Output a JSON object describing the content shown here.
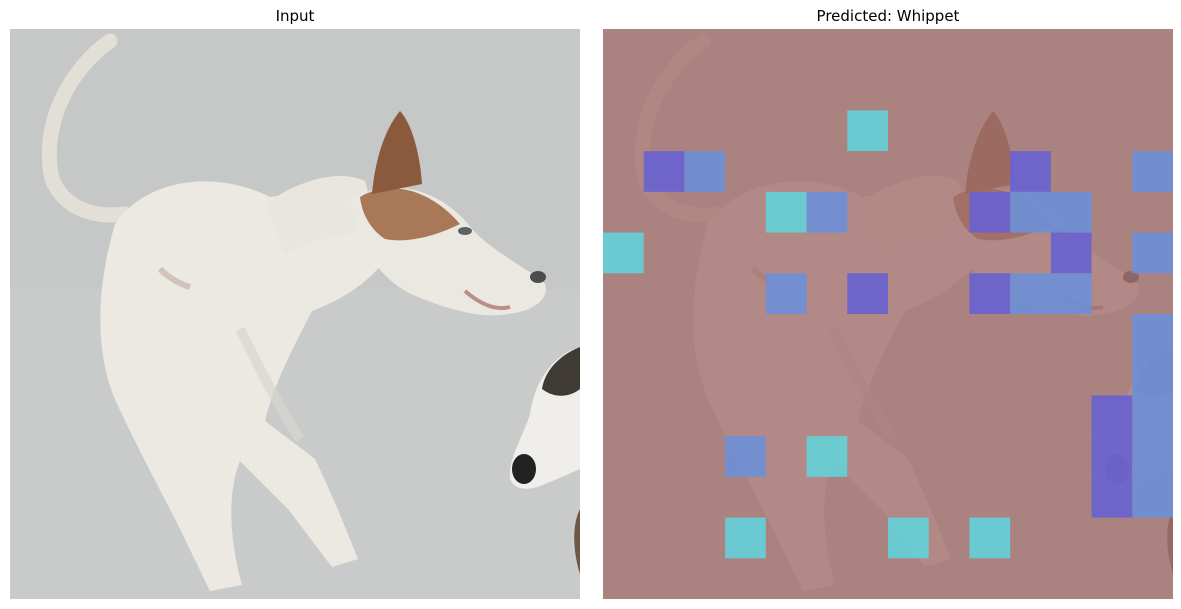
{
  "panels": {
    "input": {
      "title": "Input"
    },
    "prediction": {
      "title": "Predicted: Whippet"
    }
  },
  "colors": {
    "snow_background": "#c9cbcb",
    "dog_fur": "#ece9e2",
    "dog_ear_brown": "#8b5a3c",
    "heatmap_base": "#a26e6c",
    "patch_cyan": "#66cfd8",
    "patch_blue": "#6e8fd6",
    "patch_indigo": "#6a62cf"
  },
  "heatmap": {
    "grid_size": 14,
    "patches": [
      {
        "col": 6,
        "row": 2,
        "level": "cyan"
      },
      {
        "col": 1,
        "row": 3,
        "level": "indigo"
      },
      {
        "col": 2,
        "row": 3,
        "level": "blue"
      },
      {
        "col": 10,
        "row": 3,
        "level": "indigo"
      },
      {
        "col": 13,
        "row": 3,
        "level": "blue"
      },
      {
        "col": 4,
        "row": 4,
        "level": "cyan"
      },
      {
        "col": 5,
        "row": 4,
        "level": "blue"
      },
      {
        "col": 9,
        "row": 4,
        "level": "indigo"
      },
      {
        "col": 10,
        "row": 4,
        "level": "blue"
      },
      {
        "col": 11,
        "row": 4,
        "level": "blue"
      },
      {
        "col": 0,
        "row": 5,
        "level": "cyan"
      },
      {
        "col": 11,
        "row": 5,
        "level": "indigo"
      },
      {
        "col": 13,
        "row": 5,
        "level": "blue"
      },
      {
        "col": 4,
        "row": 6,
        "level": "blue"
      },
      {
        "col": 6,
        "row": 6,
        "level": "indigo"
      },
      {
        "col": 9,
        "row": 6,
        "level": "indigo"
      },
      {
        "col": 10,
        "row": 6,
        "level": "blue"
      },
      {
        "col": 11,
        "row": 6,
        "level": "blue"
      },
      {
        "col": 13,
        "row": 7,
        "level": "blue"
      },
      {
        "col": 13,
        "row": 8,
        "level": "blue"
      },
      {
        "col": 12,
        "row": 9,
        "level": "indigo"
      },
      {
        "col": 13,
        "row": 9,
        "level": "blue"
      },
      {
        "col": 3,
        "row": 10,
        "level": "blue"
      },
      {
        "col": 5,
        "row": 10,
        "level": "cyan"
      },
      {
        "col": 12,
        "row": 10,
        "level": "indigo"
      },
      {
        "col": 13,
        "row": 10,
        "level": "blue"
      },
      {
        "col": 12,
        "row": 11,
        "level": "indigo"
      },
      {
        "col": 13,
        "row": 11,
        "level": "blue"
      },
      {
        "col": 3,
        "row": 12,
        "level": "cyan"
      },
      {
        "col": 7,
        "row": 12,
        "level": "cyan"
      },
      {
        "col": 9,
        "row": 12,
        "level": "cyan"
      }
    ]
  }
}
